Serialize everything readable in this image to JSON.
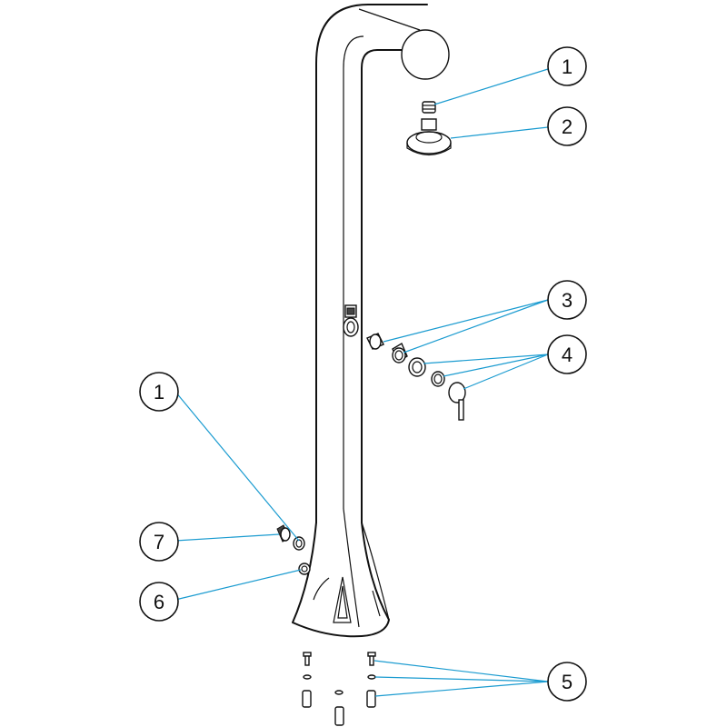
{
  "callouts": [
    {
      "id": "callout-1-top",
      "number": "1"
    },
    {
      "id": "callout-2",
      "number": "2"
    },
    {
      "id": "callout-3",
      "number": "3"
    },
    {
      "id": "callout-4",
      "number": "4"
    },
    {
      "id": "callout-1-side",
      "number": "1"
    },
    {
      "id": "callout-7",
      "number": "7"
    },
    {
      "id": "callout-6",
      "number": "6"
    },
    {
      "id": "callout-5",
      "number": "5"
    }
  ],
  "colors": {
    "leader": "#1a9bd0",
    "outline": "#111111",
    "background": "#ffffff"
  }
}
